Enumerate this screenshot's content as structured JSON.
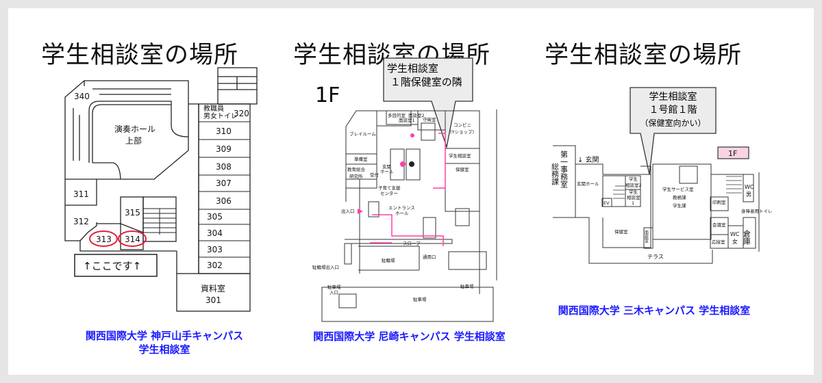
{
  "panels": [
    {
      "title": "学生相談室の場所",
      "rooms": {
        "r340": "340",
        "hall1": "演奏ホール",
        "hall2": "上部",
        "wc1": "教職員",
        "wc2": "男女トイレ",
        "r320": "320",
        "r310": "310",
        "r309": "309",
        "r308": "308",
        "r307": "307",
        "r306": "306",
        "r305": "305",
        "r304": "304",
        "r303": "303",
        "r302": "302",
        "r311": "311",
        "r312": "312",
        "r313": "313",
        "r314": "314",
        "r315": "315",
        "lib1": "資料室",
        "lib2": "301"
      },
      "here_label": "↑ここです↑",
      "caption1": "関西国際大学  神戸山手キャンパス",
      "caption2": "学生相談室"
    },
    {
      "title": "学生相談室の場所",
      "floor": "1F",
      "bubble1": "学生相談室",
      "bubble2": " １階保健室の隣",
      "rooms": {
        "play": "プレイルーム",
        "prep": "準備室",
        "res1": "教育総合",
        "res2": "研究所",
        "recep": "受付",
        "entr1": "玄関",
        "entr2": "ホール",
        "kids1": "子育て支援",
        "kids2": "センター",
        "guard": "守衛室",
        "conv1": "コンビニ",
        "conv2": "(Yショップ)",
        "counsel": "学生相談室",
        "health": "保健室",
        "ent1": "エントランス",
        "ent2": "ホール",
        "exit": "出入口",
        "slope": "スロープ",
        "gate": "通用口",
        "bike": "駐輪場",
        "bikeexit": "駐輪場出入口",
        "park_in1": "駐車場",
        "park_in2": "入口",
        "park": "駐車場",
        "park2": "駐車場",
        "m1": "多目的室",
        "m2": "面談室1",
        "m3": "面談室2"
      },
      "caption": "関西国際大学  尼崎キャンパス  学生相談室"
    },
    {
      "title": "学生相談室の場所",
      "floor": "1F",
      "bubble1": "学生相談室",
      "bubble2": "１号館１階",
      "bubble3": "（保健室向かい）",
      "rooms": {
        "office1": "第一事務室",
        "office2": "総務課",
        "entrance": "↓ 玄関",
        "ehall": "玄関ホール",
        "sc2a": "学生",
        "sc2b": "相談室2",
        "sc1a": "学生",
        "sc1b": "相談室",
        "sc1c": "1",
        "ev": "EV",
        "svc1": "学生サービス室",
        "svc2": "教務課",
        "svc3": "学生課",
        "print": "印刷室",
        "wcm1": "WC",
        "wcm2": "男",
        "acc": "身障者用トイレ",
        "meet": "会議室",
        "recv": "応接室",
        "wcf1": "WC",
        "wcf2": "女",
        "store": "倉庫",
        "health": "保健室",
        "talk": "面談室",
        "terrace": "テラス"
      },
      "caption": "関西国際大学  三木キャンパス  学生相談室"
    }
  ],
  "colors": {
    "caption": "#1a1aff",
    "highlight": "#e0203a",
    "path": "#ff3fa8",
    "floor_badge": "#f7d3e3"
  }
}
